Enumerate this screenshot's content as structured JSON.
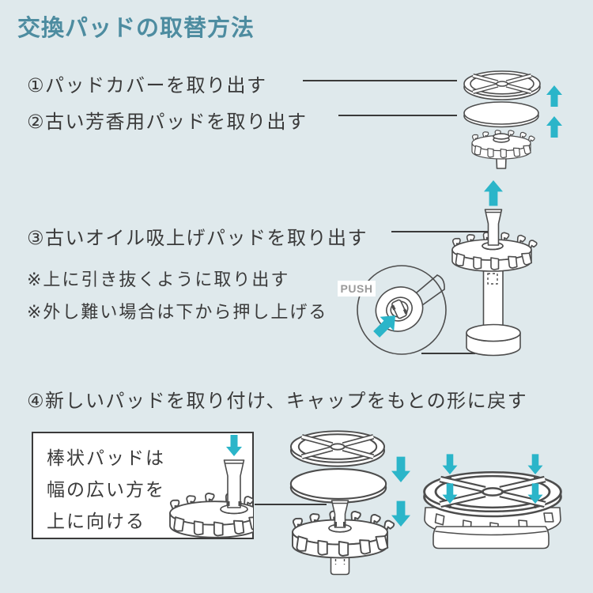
{
  "title": "交換パッドの取替方法",
  "steps": {
    "step1": "①パッドカバーを取り出す",
    "step2": "②古い芳香用パッドを取り出す",
    "step3": "③古いオイル吸上げパッドを取り出す",
    "step3_note1": "※上に引き抜くように取り出す",
    "step3_note2": "※外し難い場合は下から押し上げる",
    "step4": "④新しいパッドを取り付け、キャップをもとの形に戻す"
  },
  "push_label": "PUSH",
  "note_box": {
    "line1": "棒状パッドは",
    "line2": "幅の広い方を",
    "line3": "上に向ける"
  },
  "icons": {
    "up_arrow": "teal-up-arrow",
    "down_arrow": "teal-down-arrow",
    "push_arrow": "teal-diagonal-up-right-arrow"
  },
  "colors": {
    "background": "#dfe9ec",
    "title": "#4d8ca0",
    "text": "#3a3a3a",
    "accent": "#2bb5c9",
    "line_art": "#4d4d4d",
    "push_text": "#9a9a9a",
    "illustration_fill": "#ffffff"
  }
}
